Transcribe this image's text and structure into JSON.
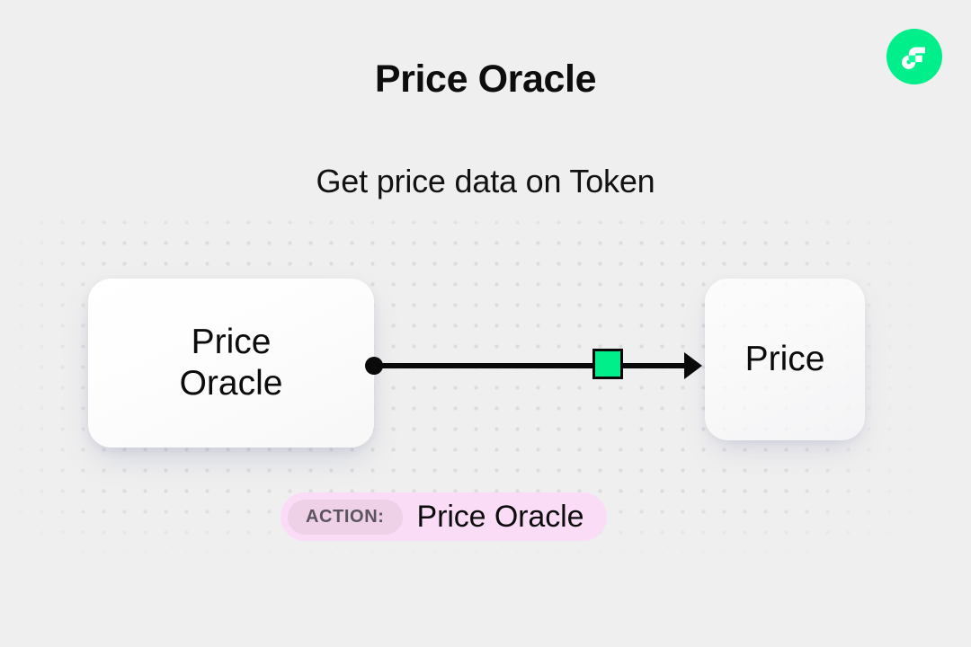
{
  "page": {
    "title": "Price Oracle",
    "subtitle": "Get price data on Token",
    "background_color": "#efefef"
  },
  "brand": {
    "logo_name": "flow-logo",
    "logo_color": "#00ef8b",
    "mark_color": "#ffffff",
    "accent_color": "#16ff9e"
  },
  "diagram": {
    "source_node": {
      "label": "Price\nOracle",
      "name": "price-oracle-node"
    },
    "target_node": {
      "label": "Price",
      "name": "price-node"
    },
    "connector": {
      "start_dot_color": "#0a0a0a",
      "line_color": "#0a0a0a",
      "arrow_color": "#0a0a0a",
      "chip_color": "#00ef8b",
      "chip_border_color": "#0a0a0a"
    }
  },
  "action": {
    "tag_label": "ACTION:",
    "value": "Price Oracle",
    "badge_color": "#fbdcf7",
    "tag_color": "#eed0e7",
    "tag_text_color": "#5b5560"
  }
}
